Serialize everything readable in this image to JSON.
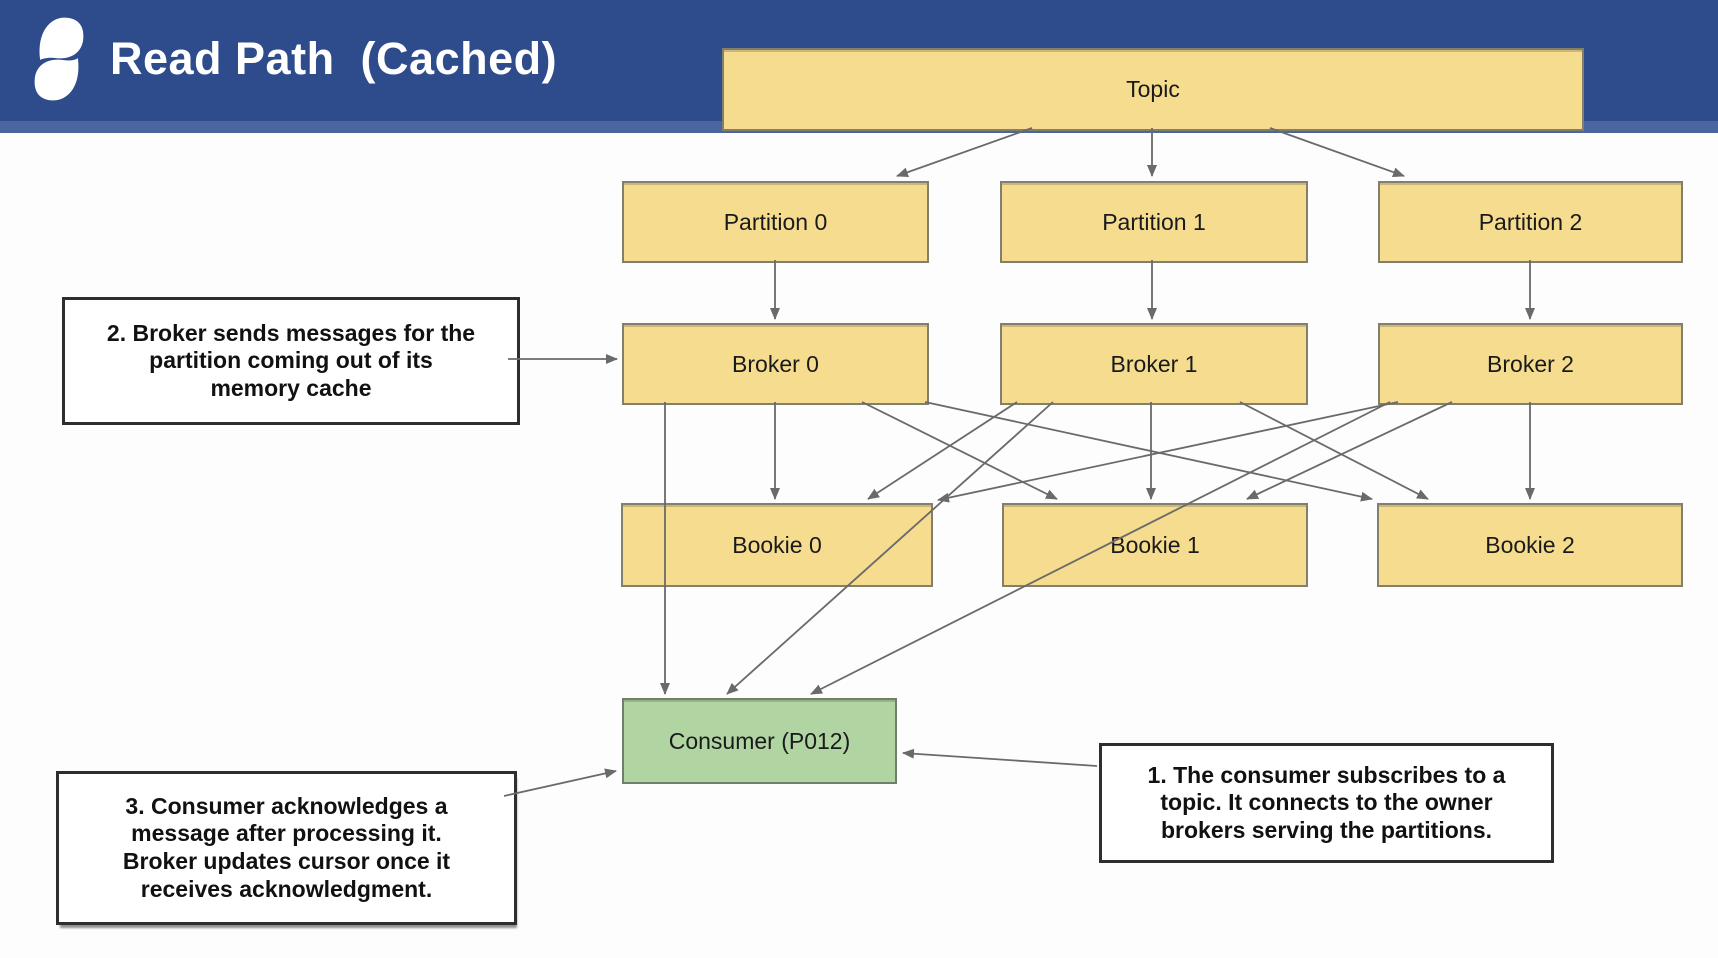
{
  "slide": {
    "title": "Read Path  (Cached)",
    "logo_icon": "s-swirl-logo",
    "header_bg": "#2e4b8c",
    "header_strip_color": "#4b669e"
  },
  "colors": {
    "node_fill": "#f5dc8e",
    "node_border": "#847f6d",
    "consumer_fill": "#b0d5a2",
    "arrow": "#6a6a6a",
    "annotation_bg": "#ffffff",
    "annotation_border": "#2e2e2e",
    "title_text": "#ffffff",
    "node_text": "#1a1a1a"
  },
  "nodes": {
    "topic": {
      "label": "Topic"
    },
    "partitions": [
      {
        "label": "Partition 0"
      },
      {
        "label": "Partition 1"
      },
      {
        "label": "Partition 2"
      }
    ],
    "brokers": [
      {
        "label": "Broker 0"
      },
      {
        "label": "Broker 1"
      },
      {
        "label": "Broker 2"
      }
    ],
    "bookies": [
      {
        "label": "Bookie 0"
      },
      {
        "label": "Bookie 1"
      },
      {
        "label": "Bookie 2"
      }
    ],
    "consumer": {
      "label": "Consumer (P012)"
    }
  },
  "annotations": {
    "note1": {
      "text": "1. The consumer subscribes to a\ntopic. It connects to the owner\nbrokers serving the partitions."
    },
    "note2": {
      "text": "2. Broker sends messages for the\npartition coming out of its\nmemory cache"
    },
    "note3": {
      "text": "3. Consumer acknowledges a\nmessage after processing it.\nBroker updates cursor once it\nreceives acknowledgment."
    }
  },
  "edges": [
    {
      "from": "topic",
      "to": "partition-0"
    },
    {
      "from": "topic",
      "to": "partition-1"
    },
    {
      "from": "topic",
      "to": "partition-2"
    },
    {
      "from": "partition-0",
      "to": "broker-0"
    },
    {
      "from": "partition-1",
      "to": "broker-1"
    },
    {
      "from": "partition-2",
      "to": "broker-2"
    },
    {
      "from": "note2",
      "to": "broker-0"
    },
    {
      "from": "broker-0",
      "to": "bookie-0"
    },
    {
      "from": "broker-0",
      "to": "bookie-1"
    },
    {
      "from": "broker-0",
      "to": "bookie-2"
    },
    {
      "from": "broker-1",
      "to": "bookie-0"
    },
    {
      "from": "broker-1",
      "to": "bookie-1"
    },
    {
      "from": "broker-1",
      "to": "bookie-2"
    },
    {
      "from": "broker-2",
      "to": "bookie-0"
    },
    {
      "from": "broker-2",
      "to": "bookie-1"
    },
    {
      "from": "broker-2",
      "to": "bookie-2"
    },
    {
      "from": "broker-0",
      "to": "consumer"
    },
    {
      "from": "broker-1",
      "to": "consumer"
    },
    {
      "from": "broker-2",
      "to": "consumer"
    },
    {
      "from": "note3",
      "to": "consumer"
    },
    {
      "from": "note1",
      "to": "consumer"
    }
  ]
}
